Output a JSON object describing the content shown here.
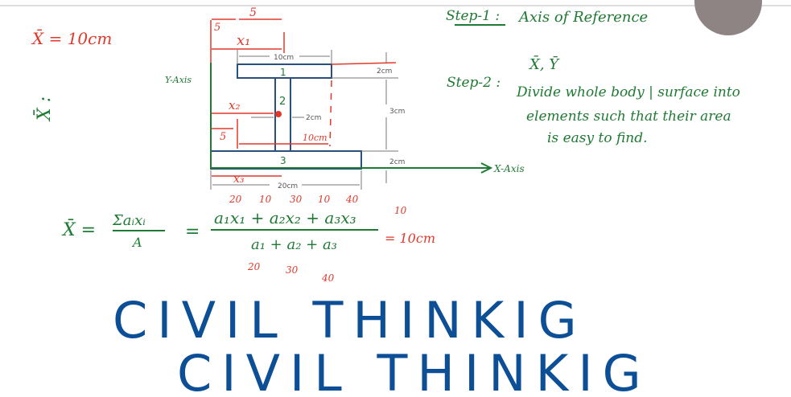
{
  "colors": {
    "green": "#1f7a33",
    "red": "#e0392b",
    "blue": "#0d4f96",
    "outline": "#2a4f7a",
    "dim": "#777777"
  },
  "left_notes": {
    "xbar_result": "X̄ = 10cm",
    "xbar_label": "X̄ :"
  },
  "steps": {
    "step1_label": "Step-1 :",
    "step1_text": "Axis of Reference",
    "xy_bar": "X̄, Ȳ",
    "step2_label": "Step-2 :",
    "step2_line1": "Divide whole body | surface into",
    "step2_line2": "elements such that their area",
    "step2_line3": "is easy to find."
  },
  "figure": {
    "y_axis": "Y-Axis",
    "x_axis": "X-Axis",
    "top_width": "10cm",
    "top_thickness": "2cm",
    "web_height": "3cm",
    "web_thickness": "2cm",
    "bottom_thickness": "2cm",
    "bottom_width": "20cm",
    "element1": "1",
    "element2": "2",
    "element3": "3",
    "red_5a": "5",
    "red_5b": "5",
    "red_x1": "x₁",
    "red_x2": "x₂",
    "red_5c": "5",
    "red_10cm": "10cm",
    "red_x3": "x₃"
  },
  "equation": {
    "lhs": "X̄ =",
    "sum": "Σaᵢxᵢ",
    "sum_den": "A",
    "eq2": "=",
    "numerator": "a₁x₁ + a₂x₂ + a₃x₃",
    "denominator": "a₁ + a₂ + a₃",
    "result": "= 10cm",
    "red_num_vals": [
      "20",
      "10",
      "30",
      "10",
      "40",
      "10"
    ],
    "red_den_vals": [
      "20",
      "30",
      "40"
    ]
  },
  "watermark": {
    "line1": "CIVIL THINKIG",
    "line2": "CIVIL THINKIG"
  }
}
